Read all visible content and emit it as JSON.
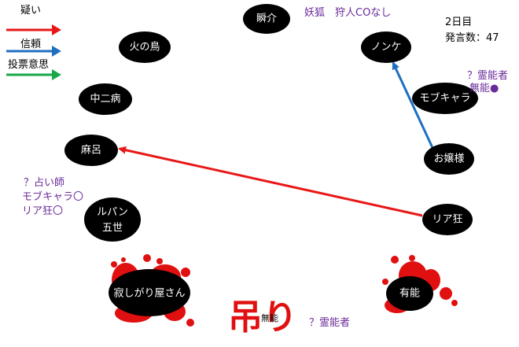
{
  "legend": {
    "doubt": "疑い",
    "trust": "信頼",
    "vote": "投票意思",
    "colors": {
      "doubt": "#e81818",
      "trust": "#1e6fc0",
      "vote": "#18a84a"
    }
  },
  "info": {
    "day": "2日目",
    "count": "発言数：47"
  },
  "players": {
    "shunsuke": "瞬介",
    "hinotori": "火の鳥",
    "chuunibyou": "中二病",
    "asaro": "麻呂",
    "lupin_1": "ルパン",
    "lupin_2": "五世",
    "nonke": "ノンケ",
    "mobchara": "モブキャラ",
    "ojousama": "お嬢様",
    "riakyou": "リア狂",
    "sabishigariya": "寂しがり屋さん",
    "yuunou": "有能"
  },
  "notes": {
    "shunsuke_note": "妖狐　狩人COなし",
    "mob_note_1": "？霊能者",
    "mob_note_2": "無能●",
    "seer_1": "？占い師",
    "seer_2": "モブキャラ〇",
    "seer_3": "リア狂〇",
    "bottom_note": "？霊能者"
  },
  "hanged": {
    "big": "吊り",
    "small": "無能"
  }
}
